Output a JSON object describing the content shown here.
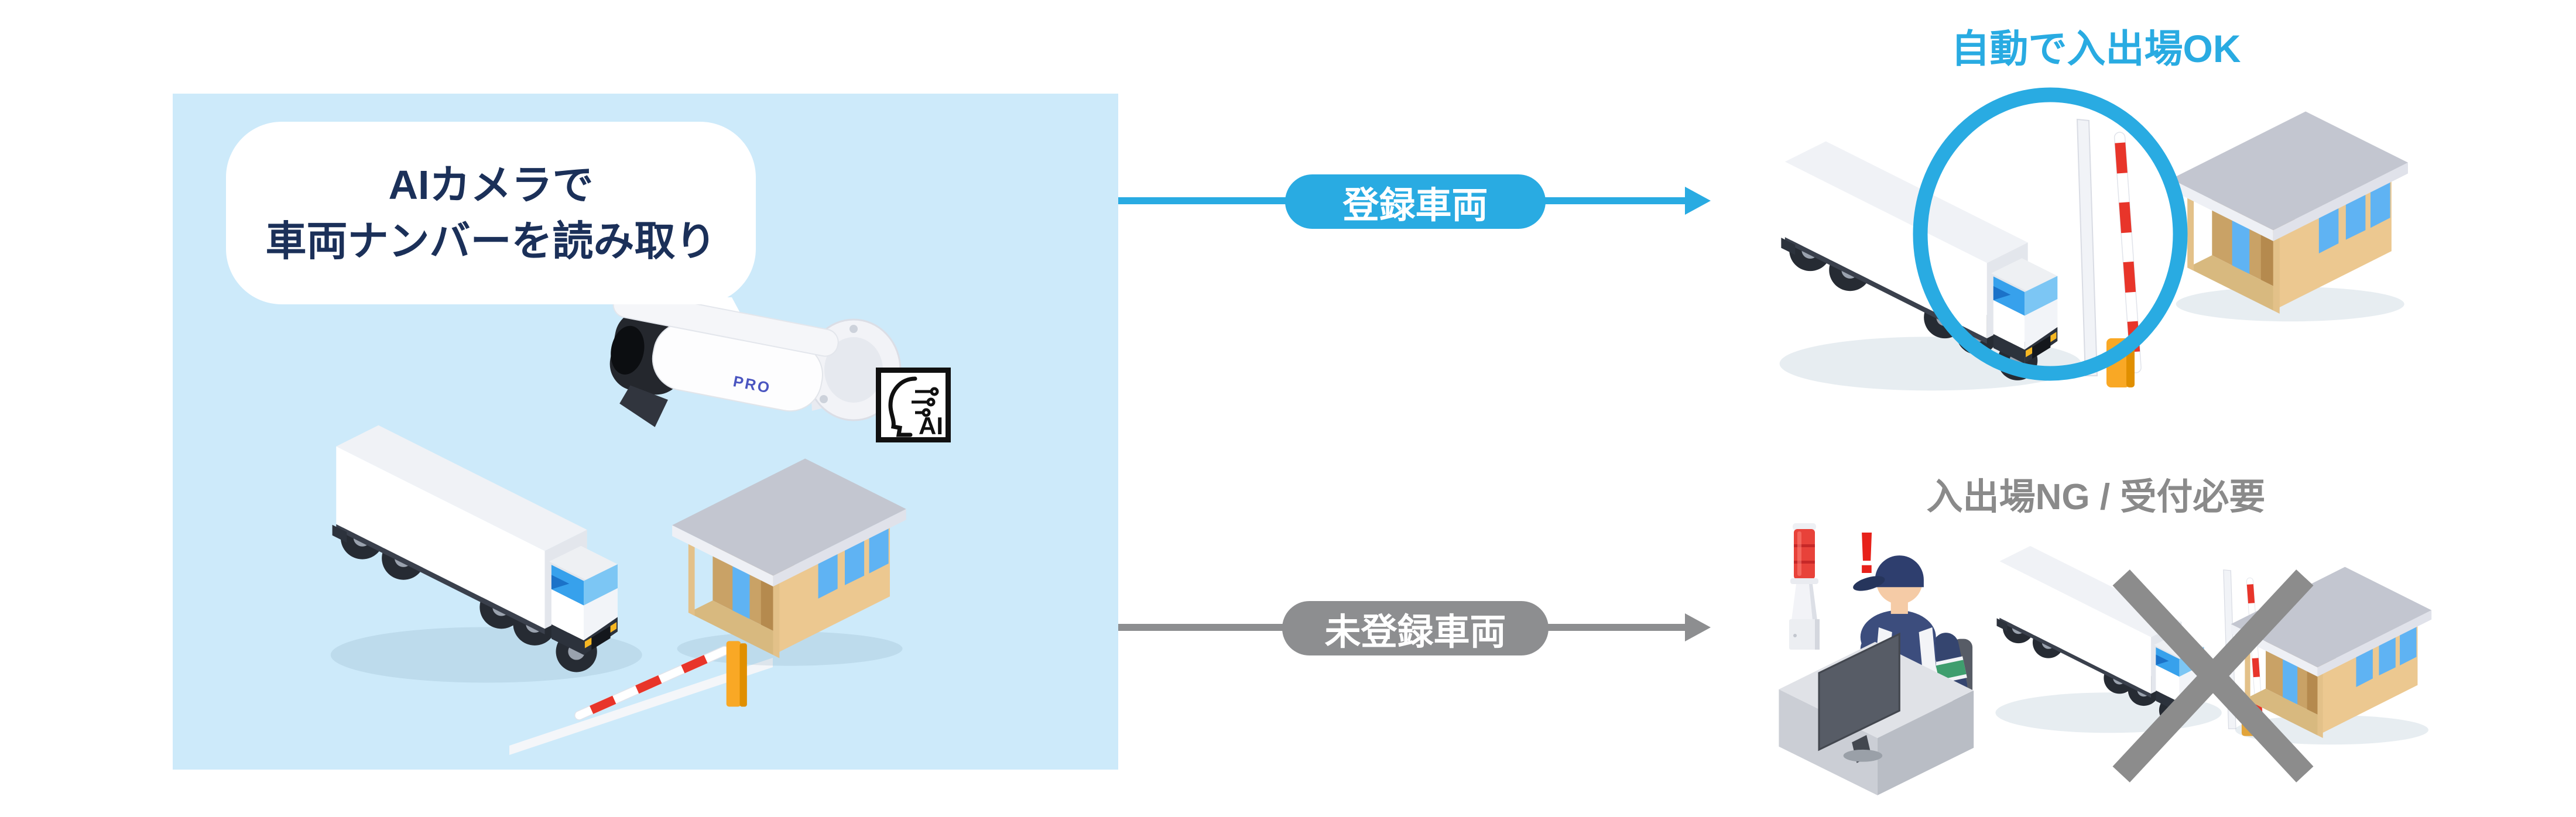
{
  "panel": {
    "bubble_line1": "AIカメラで",
    "bubble_line2": "車両ナンバーを読み取り",
    "ai_badge": "AI",
    "camera_logo": "PRO"
  },
  "flows": [
    {
      "label": "登録車両",
      "result_title": "自動で入出場OK"
    },
    {
      "label": "未登録車両",
      "result_title": "入出場NG / 受付必要",
      "alert_mark": "!"
    }
  ],
  "colors": {
    "panel_bg": "#cdeafa",
    "accent_blue": "#29abe2",
    "navy_text": "#1b3059",
    "gray": "#8d8e90",
    "alert_red": "#e7211a",
    "barrier_orange": "#f9a825"
  }
}
